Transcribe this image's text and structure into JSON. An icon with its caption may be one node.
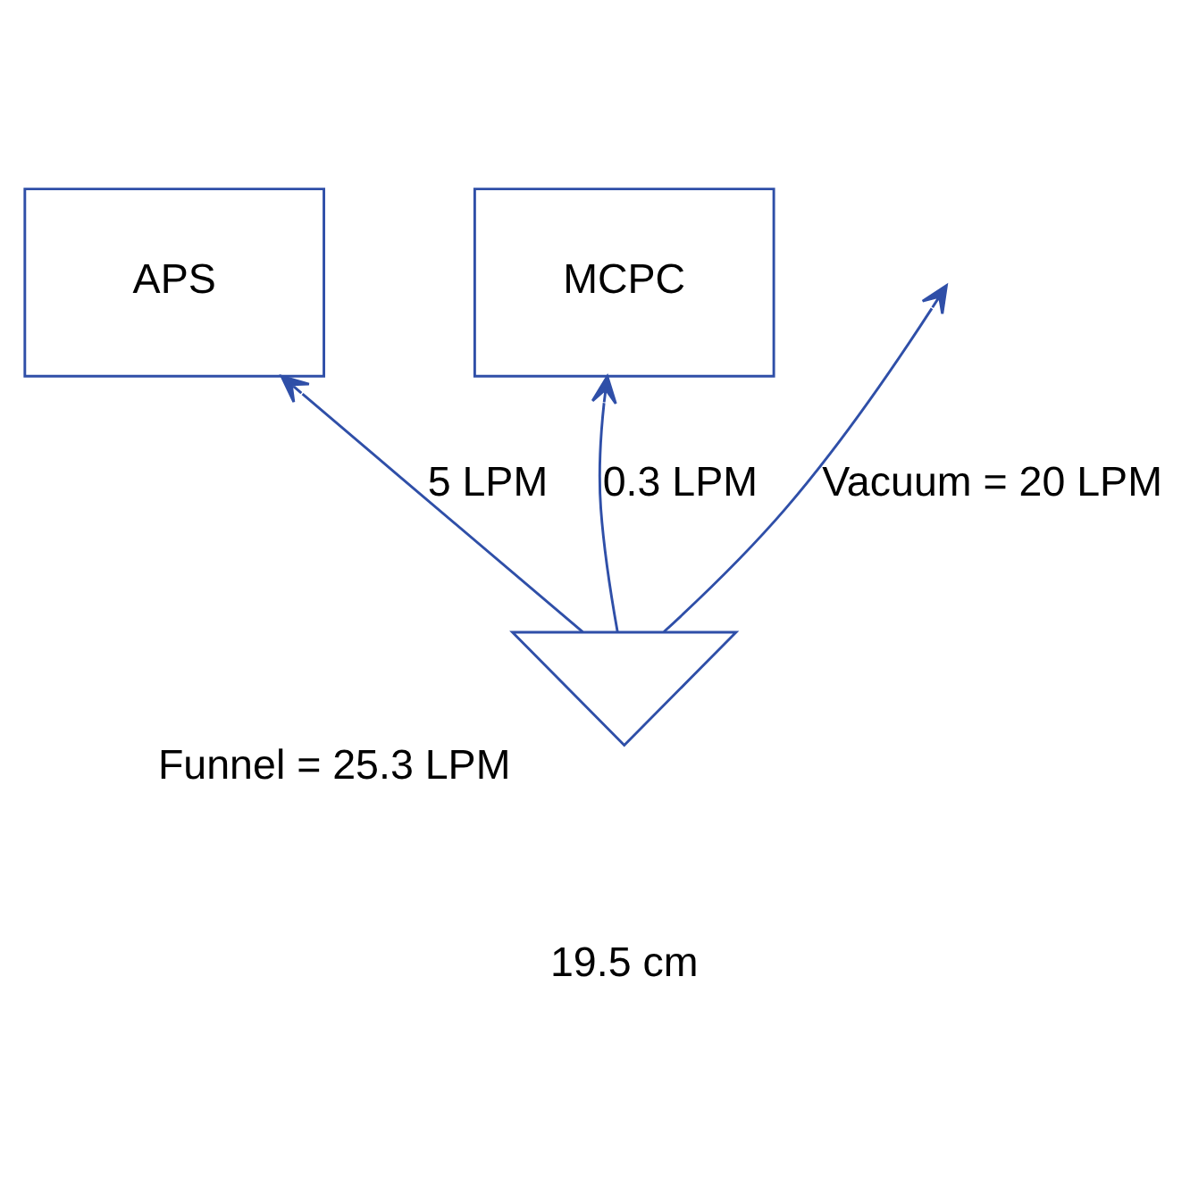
{
  "diagram": {
    "nodes": [
      {
        "text": [
          "APS"
        ]
      },
      {
        "text": [
          "MCPC"
        ]
      },
      {
        "text": [],
        "shape": "funnel",
        "beside": [
          "Funnel = 25.3 LPM"
        ]
      }
    ],
    "edges": [
      {
        "from": 2,
        "to": 0,
        "arrow": "to",
        "label": "5 LPM"
      },
      {
        "from": 2,
        "to": 1,
        "arrow": "to",
        "label": "0.3 LPM"
      },
      {
        "from": 2,
        "to": null,
        "arrow": "to",
        "label": "Vacuum = 20 LPM"
      }
    ],
    "labels": [
      "19.5 cm"
    ]
  }
}
